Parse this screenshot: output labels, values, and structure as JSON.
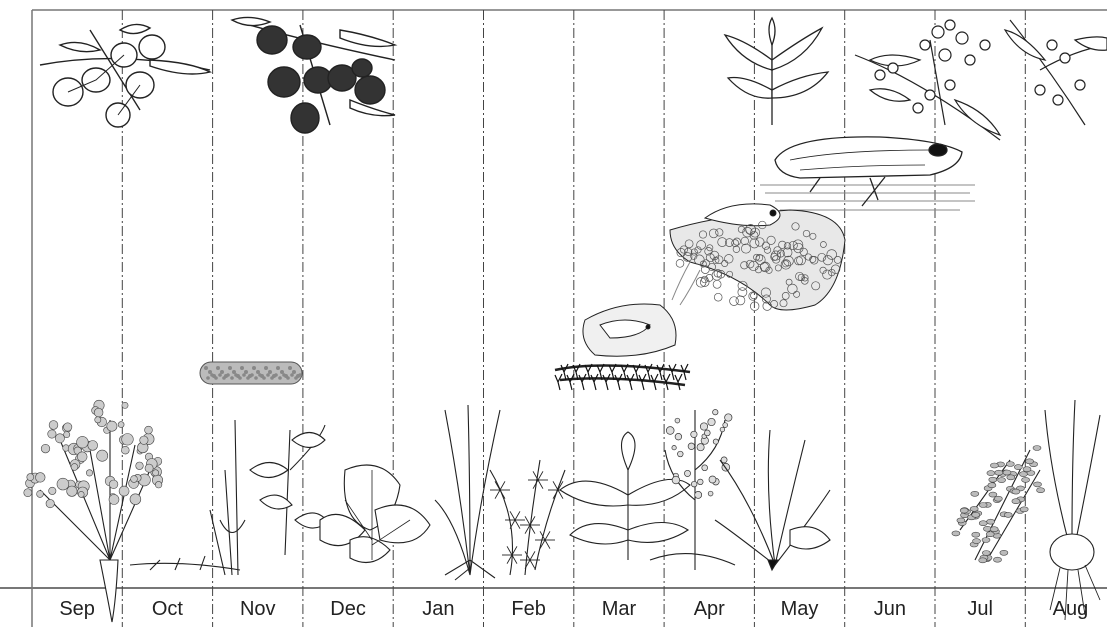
{
  "timeline": {
    "months": [
      "Sep",
      "Oct",
      "Nov",
      "Dec",
      "Jan",
      "Feb",
      "Mar",
      "Apr",
      "May",
      "Jun",
      "Jul",
      "Aug"
    ]
  },
  "illustrations": {
    "olive_fruits_green": "olive-branch-green-fruits-icon",
    "olive_fruits_ripe": "olive-branch-ripe-fruits-icon",
    "olive_shoot": "olive-shoot-icon",
    "olive_flowers": "olive-flowering-branch-icon",
    "spittlebug_adult": "spittlebug-adult-icon",
    "spittlebug_foam": "spittlebug-nymph-foam-icon",
    "caterpillar_egg_mass": "egg-mass-icon",
    "weeds": "host-weed-plants-icon"
  },
  "colors": {
    "ink": "#222222",
    "frame": "#777777",
    "background": "#ffffff"
  }
}
